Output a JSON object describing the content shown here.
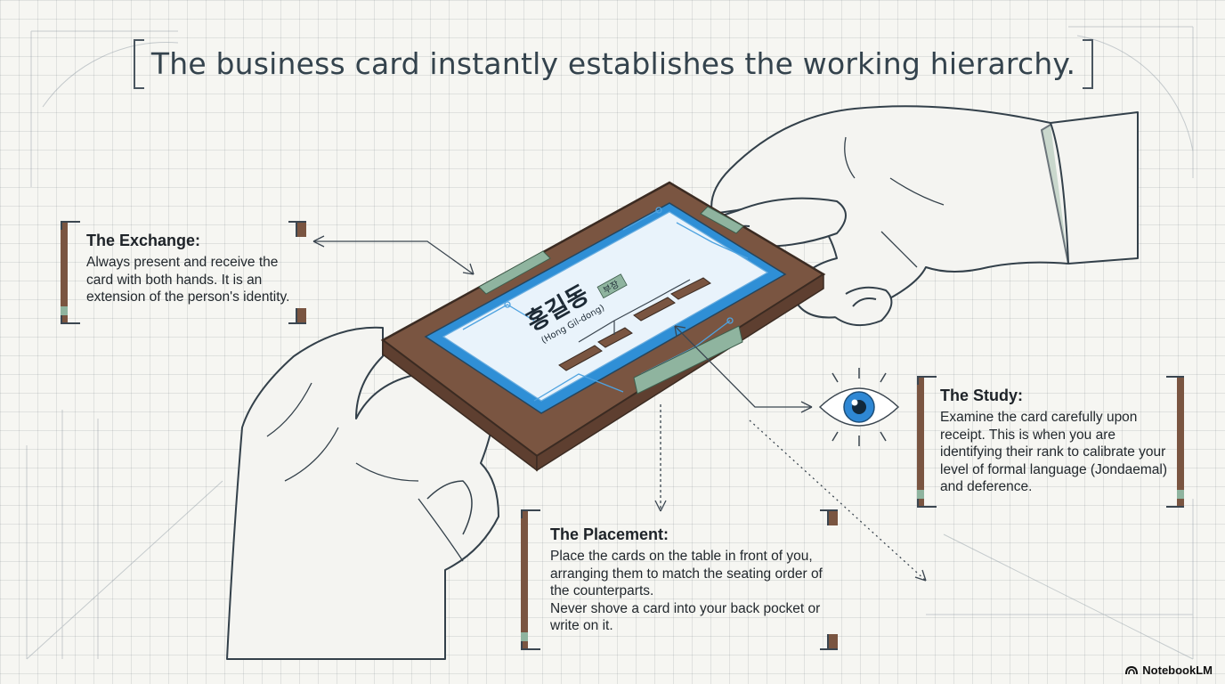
{
  "title": "The business card instantly establishes the working hierarchy.",
  "callouts": {
    "exchange": {
      "heading": "The Exchange:",
      "body": "Always present and receive the card with both hands. It is an extension of the person's identity."
    },
    "study": {
      "heading": "The Study:",
      "body": "Examine the card carefully upon receipt. This is when you are identifying their rank to calibrate your level of formal language (Jondaemal) and deference."
    },
    "placement": {
      "heading": "The Placement:",
      "body_line1": "Place the cards on the table in front of you, arranging them to match the seating order of the counterparts.",
      "body_line2": "Never shove a card into your back pocket or write on it."
    }
  },
  "card": {
    "name_korean": "홍길동",
    "name_romanized": "(Hong Gil-dong)",
    "title_korean": "부장"
  },
  "branding": {
    "logo_text": "NotebookLM",
    "logo_icon": "notebooklm-icon"
  },
  "colors": {
    "wood": "#7a5541",
    "accent_green": "#8fb49f",
    "circuit_blue": "#2f8fd6",
    "eye_blue": "#2e87d4",
    "ink": "#2f3a42"
  }
}
